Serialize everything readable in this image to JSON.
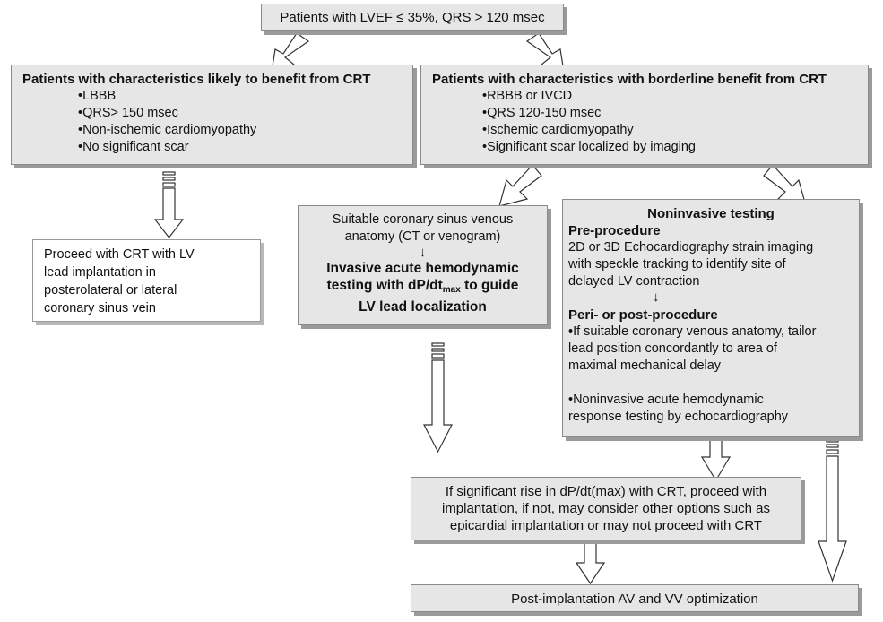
{
  "top": {
    "text": "Patients with LVEF ≤ 35%, QRS > 120 msec"
  },
  "likely": {
    "heading": "Patients with characteristics likely to benefit from CRT",
    "items": [
      "•LBBB",
      "•QRS> 150 msec",
      "•Non-ischemic cardiomyopathy",
      "•No significant scar"
    ]
  },
  "borderline": {
    "heading": "Patients with characteristics with borderline benefit from CRT",
    "items": [
      "•RBBB or IVCD",
      "•QRS 120-150 msec",
      "•Ischemic cardiomyopathy",
      "•Significant scar localized by imaging"
    ]
  },
  "proceed": {
    "lines": [
      "Proceed with CRT with LV",
      "lead implantation in",
      "posterolateral or lateral",
      "coronary sinus vein"
    ]
  },
  "invasive": {
    "line1": "Suitable coronary sinus venous",
    "line2": "anatomy  (CT or venogram)",
    "down_arrow": "↓",
    "bold1": "Invasive acute hemodynamic",
    "bold2_pre": "testing with dP/dt",
    "bold2_sub": "max",
    "bold2_post": " to guide",
    "bold3": "LV lead localization"
  },
  "noninvasive": {
    "title": "Noninvasive testing",
    "pre_heading": "Pre-procedure",
    "pre_lines": [
      "2D or 3D Echocardiography  strain imaging",
      "with speckle tracking  to identify site of",
      "delayed LV contraction"
    ],
    "down_arrow": "↓",
    "peri_heading": "Peri- or post-procedure",
    "peri_lines": [
      "•If suitable coronary venous anatomy, tailor",
      "lead position concordantly to area of",
      "maximal mechanical delay"
    ],
    "noninv_lines": [
      "•Noninvasive acute hemodynamic",
      "response testing  by echocardiography"
    ]
  },
  "rise": {
    "lines": [
      "If significant rise in dP/dt(max) with CRT, proceed with",
      "implantation, if not, may consider other options such as",
      "epicardial implantation or may not proceed with CRT"
    ]
  },
  "post": {
    "text": "Post-implantation AV and VV optimization"
  },
  "colors": {
    "box_fill": "#e6e6e6",
    "border": "#8a8a8a",
    "shadow": "#9a9a9a",
    "arrow_fill": "#ffffff",
    "arrow_stroke": "#333333"
  }
}
